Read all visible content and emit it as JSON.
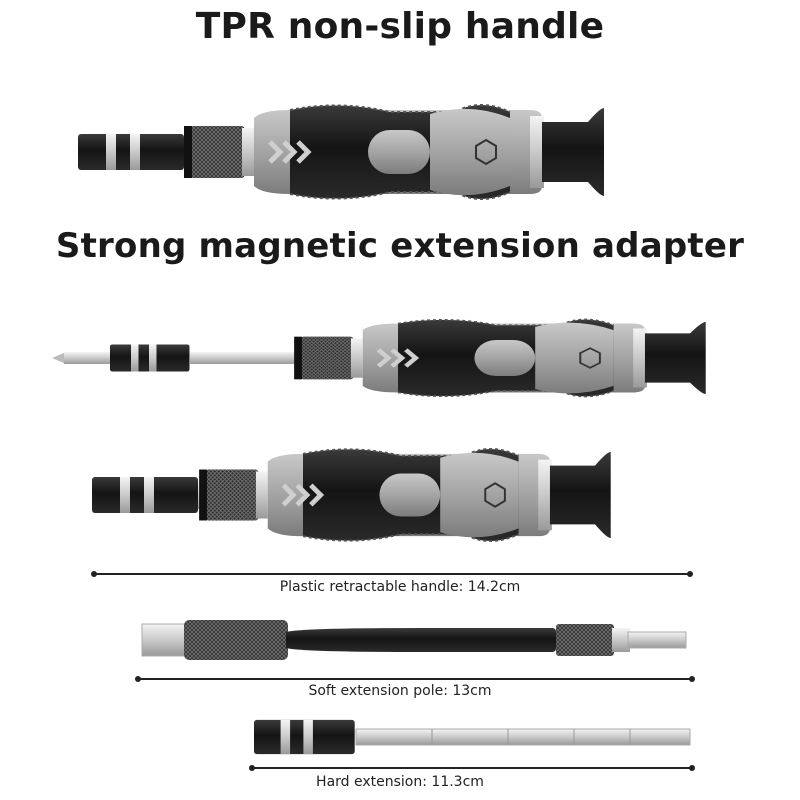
{
  "headings": {
    "top": "TPR non-slip handle",
    "middle": "Strong magnetic extension adapter"
  },
  "captions": {
    "retractable": "Plastic retractable handle: 14.2cm",
    "soft": "Soft extension pole: 13cm",
    "hard": "Hard extension: 11.3cm"
  },
  "colors": {
    "grip_black": "#1e1e1e",
    "grip_gray": "#9a9a9a",
    "metal": "#d9d9d9",
    "text": "#222222"
  }
}
